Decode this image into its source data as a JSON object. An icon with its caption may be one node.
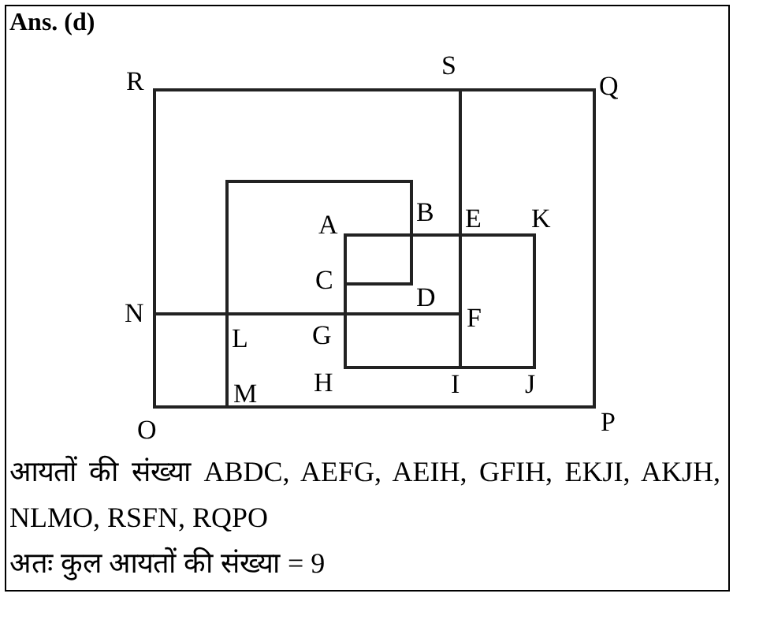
{
  "diagram": {
    "title": "Ans. (d)",
    "labels": [
      "R",
      "S",
      "Q",
      "A",
      "B",
      "E",
      "K",
      "C",
      "D",
      "N",
      "F",
      "L",
      "G",
      "H",
      "I",
      "J",
      "M",
      "O",
      "P",
      "आयतों की संख्या ABDC, AEFG, AEIH, GFIH, EKJI, AKJH, NLMO, RSFN, RQPO",
      "अतः कुल आयतों की संख्या = 9"
    ]
  }
}
